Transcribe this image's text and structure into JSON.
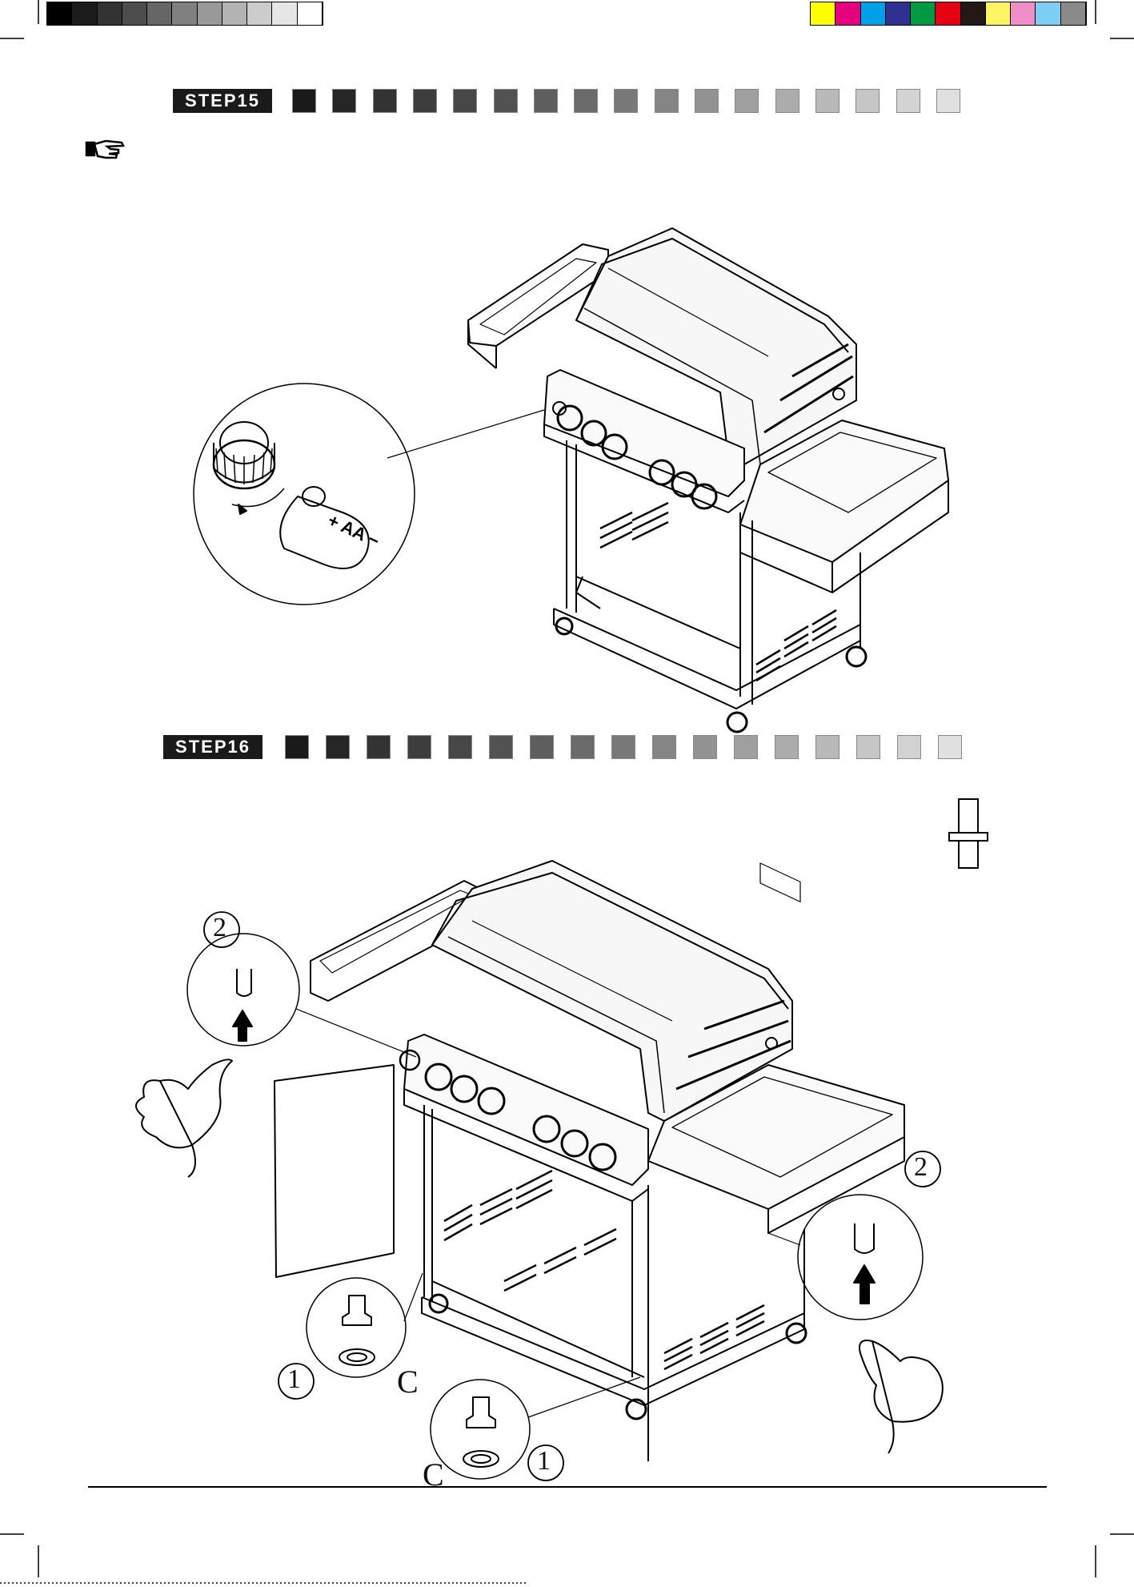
{
  "print_marks": {
    "grayscale_bar": [
      "#000000",
      "#1c1c1c",
      "#333333",
      "#4d4d4d",
      "#666666",
      "#808080",
      "#999999",
      "#b3b3b3",
      "#cccccc",
      "#e6e6e6",
      "#ffffff"
    ],
    "color_bar": [
      "#ffff00",
      "#e6007e",
      "#00a0e9",
      "#2e3192",
      "#009944",
      "#e60012",
      "#231815",
      "#fff462",
      "#f08ec8",
      "#7ecef4",
      "#8a8a8a"
    ]
  },
  "step15": {
    "label": "STEP15",
    "progress_swatches": [
      "#1a1a1a",
      "#262626",
      "#333333",
      "#3d3d3d",
      "#474747",
      "#525252",
      "#5e5e5e",
      "#6b6b6b",
      "#787878",
      "#858585",
      "#929292",
      "#9f9f9f",
      "#acacac",
      "#b9b9b9",
      "#c6c6c6",
      "#d3d3d3",
      "#e0e0e0"
    ],
    "note_icon": "pointing-hand-icon",
    "battery_text": "+ AA −"
  },
  "step16": {
    "label": "STEP16",
    "progress_swatches": [
      "#1a1a1a",
      "#262626",
      "#333333",
      "#3d3d3d",
      "#474747",
      "#525252",
      "#5e5e5e",
      "#6b6b6b",
      "#787878",
      "#858585",
      "#929292",
      "#9f9f9f",
      "#acacac",
      "#b9b9b9",
      "#c6c6c6",
      "#d3d3d3",
      "#e0e0e0"
    ],
    "callouts": {
      "num_two_a": "2",
      "num_two_b": "2",
      "num_one_a": "1",
      "num_one_b": "1",
      "letter_c_a": "C",
      "letter_c_b": "C"
    }
  }
}
